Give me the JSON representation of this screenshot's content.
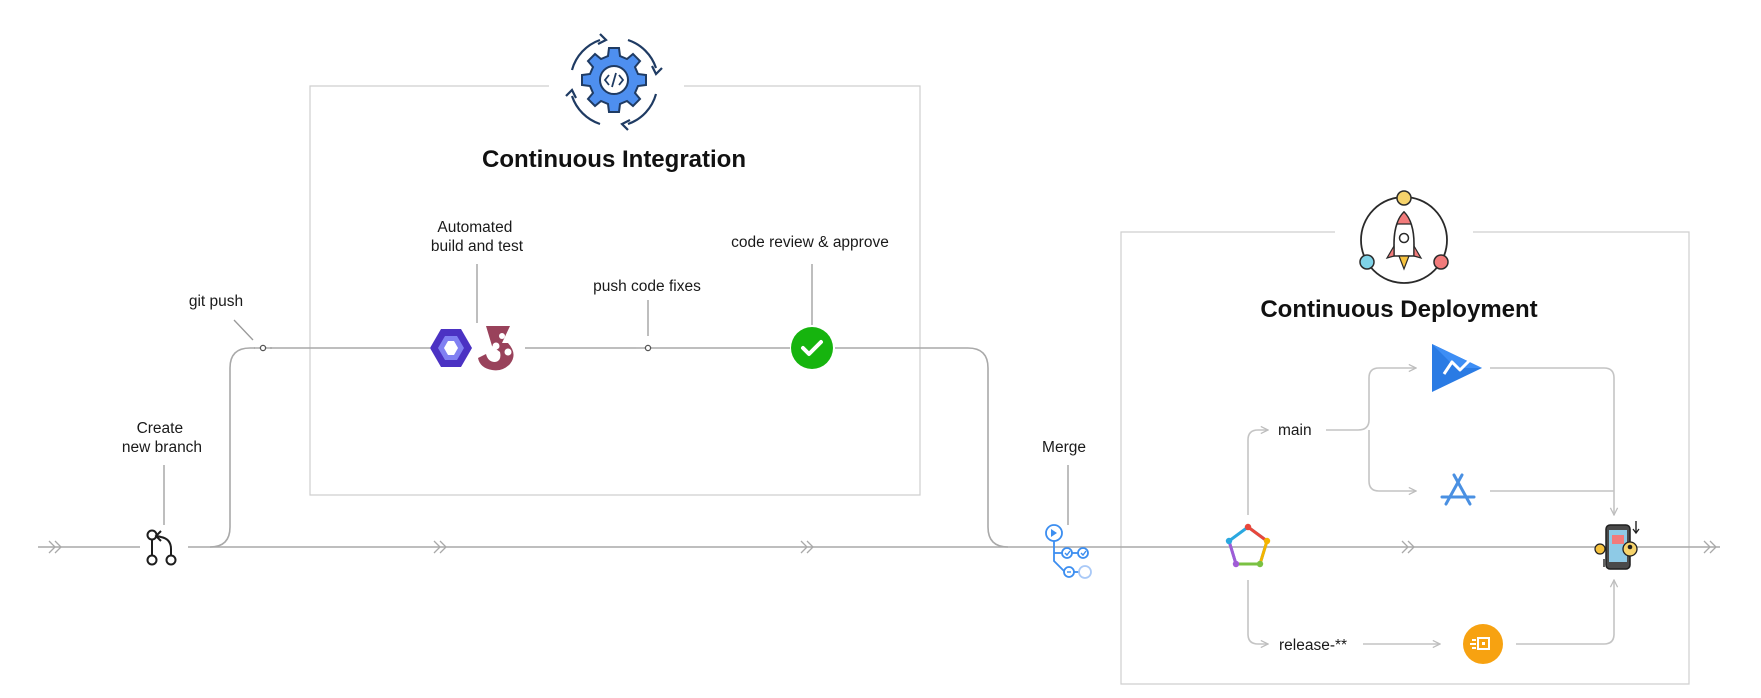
{
  "colors": {
    "line": "#a9a9a9",
    "box": "#cfcfcf",
    "ci_blue": "#4e8fef",
    "eslint_purple": "#4b32c3",
    "jest_red": "#99425b",
    "approve_green": "#16b40e",
    "merge_blue": "#3c8ef0",
    "bitrise_orange": "#f7a211"
  },
  "stages": {
    "create_branch": [
      "Create",
      "new branch"
    ],
    "git_push": "git push",
    "automated_build": [
      "Automated",
      "build and test"
    ],
    "push_fixes": "push code fixes",
    "code_review": "code review & approve",
    "merge": "Merge"
  },
  "ci": {
    "title": "Continuous Integration",
    "icon": "gear-code-cycle-icon"
  },
  "cd": {
    "title": "Continuous Deployment",
    "icon": "rocket-orbit-icon",
    "branches": {
      "main": "main",
      "release": "release-**"
    },
    "targets": [
      "firebase-app-distribution-icon",
      "app-store-icon",
      "bitrise-icon",
      "mobile-users-icon"
    ]
  }
}
